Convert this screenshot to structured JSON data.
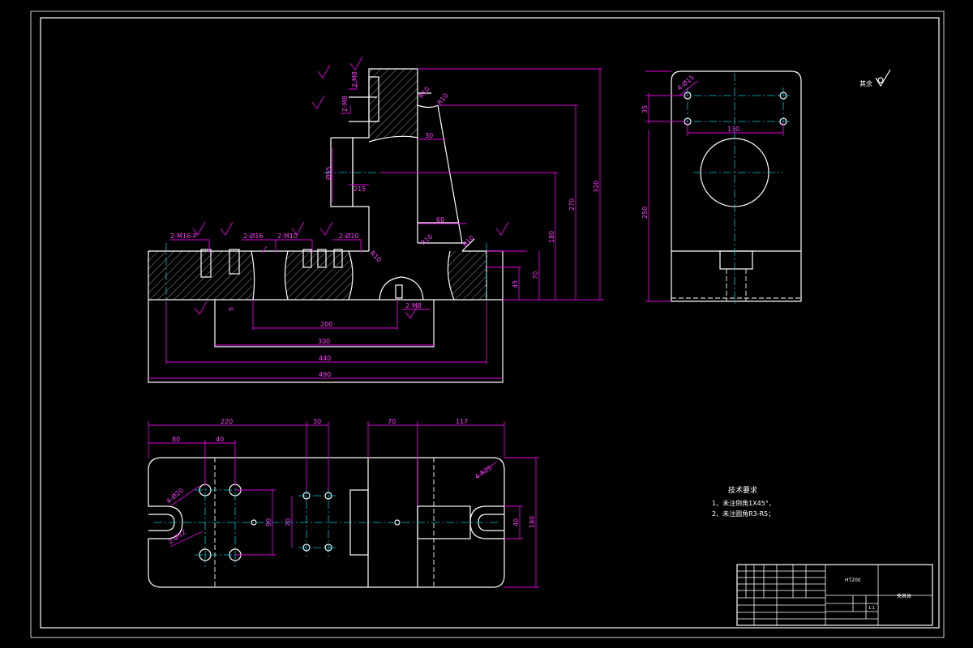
{
  "drawing": {
    "roughness_symbol_note": "其余",
    "technical_requirements": {
      "heading": "技术要求",
      "items": [
        "1、未注倒角1X45°，",
        "2、未注圆角R3-R5；"
      ]
    },
    "title_block": {
      "material": "HT200",
      "part_name": "夹具体",
      "scale": "1:1"
    },
    "front_view_dims": {
      "d200": "200",
      "d300": "300",
      "d440": "440",
      "d490": "490",
      "d45": "45",
      "d70": "70",
      "d180": "180",
      "d270": "270",
      "d320": "320",
      "d60": "60",
      "d30": "30",
      "phi95": "Ø95",
      "d215": "215",
      "r10a": "R10",
      "r10b": "R10",
      "r10c": "R10",
      "r10d": "R10",
      "r10e": "R10",
      "holes_m16": "2-M16-P",
      "holes_phi16": "2-Ø16",
      "holes_m10": "2-M10",
      "holes_phi10": "2-Ø10",
      "m8_left": "2-M8",
      "m8_top": "2-M8",
      "m8_bottom": "2-M8",
      "d5": "5"
    },
    "side_view_dims": {
      "holes": "4-Ø15",
      "d35": "35",
      "d130": "130",
      "d250": "250"
    },
    "top_view_dims": {
      "d220": "220",
      "d80": "80",
      "d40": "40",
      "d30": "30",
      "d70": "70",
      "d117": "117",
      "d90": "90",
      "d70v": "70",
      "d40v": "40",
      "d180": "180",
      "holes_phi20": "4-Ø20",
      "holes_phi12": "2-Ø12",
      "holes_r25": "4-R25"
    }
  }
}
